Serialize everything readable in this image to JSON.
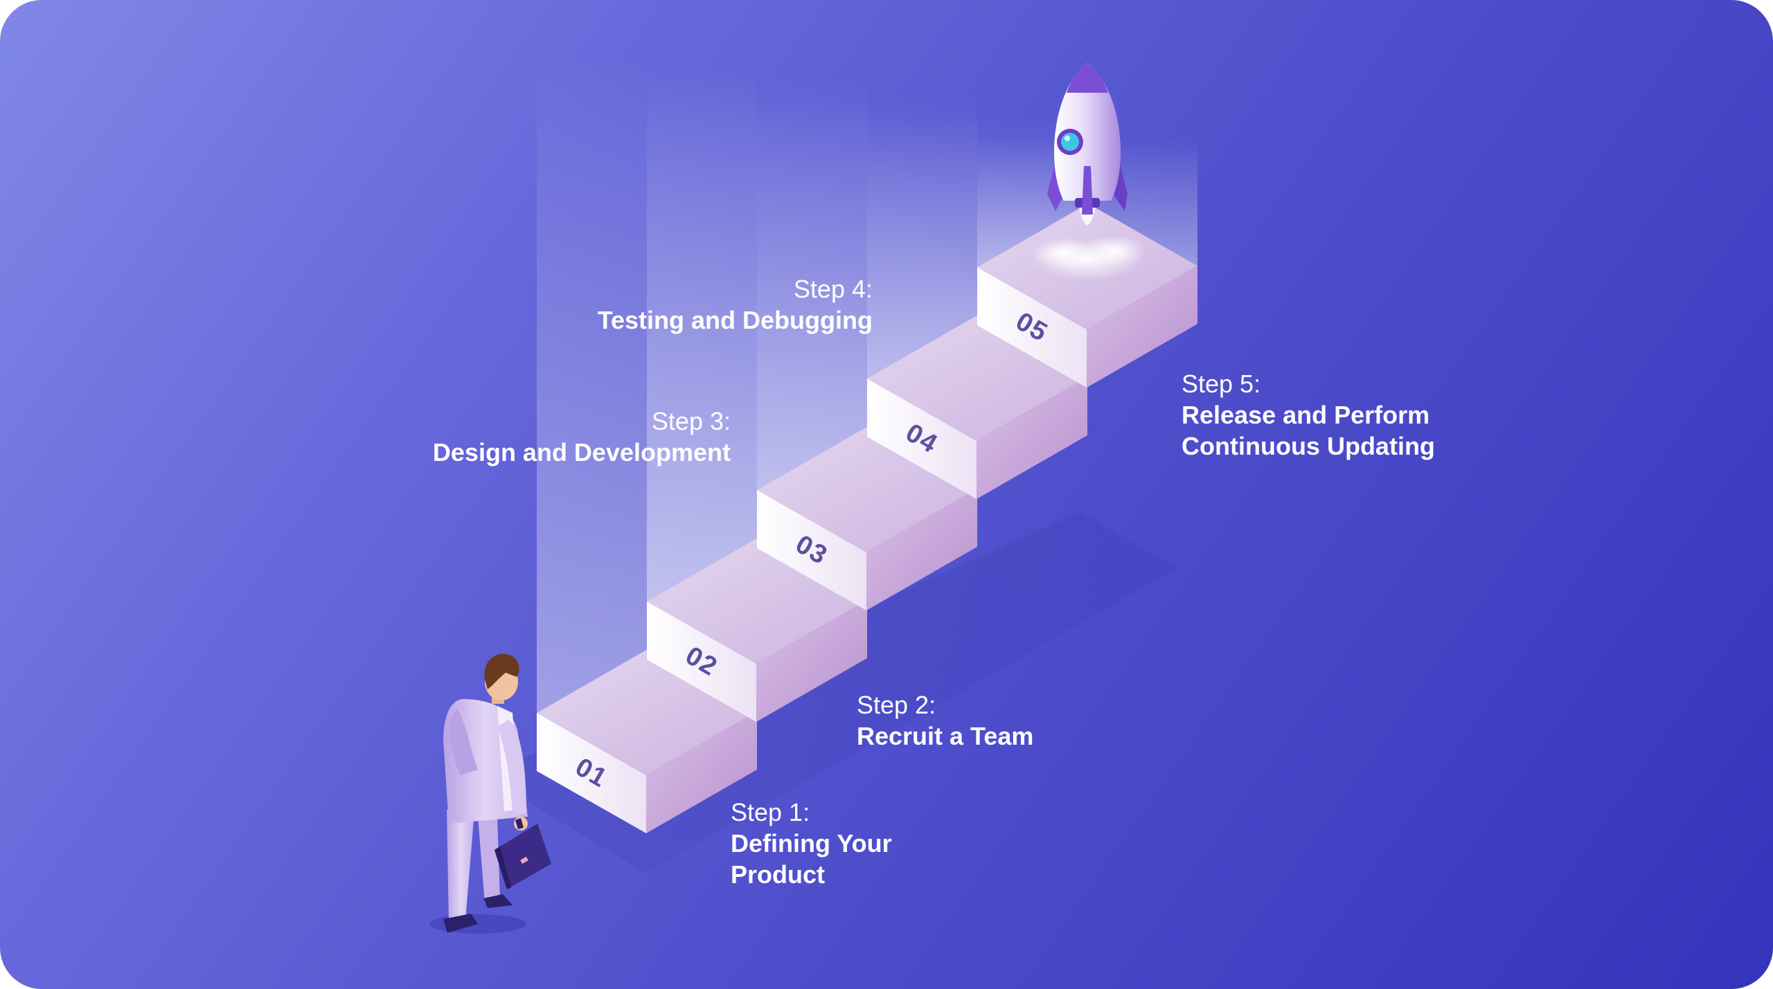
{
  "steps": [
    {
      "number": "01",
      "step_label": "Step 1:",
      "title_lines": [
        "Defining Your",
        "Product"
      ]
    },
    {
      "number": "02",
      "step_label": "Step 2:",
      "title_lines": [
        "Recruit a Team"
      ]
    },
    {
      "number": "03",
      "step_label": "Step 3:",
      "title_lines": [
        "Design and Development"
      ]
    },
    {
      "number": "04",
      "step_label": "Step 4:",
      "title_lines": [
        "Testing and Debugging"
      ]
    },
    {
      "number": "05",
      "step_label": "Step 5:",
      "title_lines": [
        "Release and Perform",
        "Continuous Updating"
      ]
    }
  ],
  "colors": {
    "background_light": "#8088e6",
    "background_dark": "#3434bb",
    "step_top": "#d7c3e6",
    "step_front": "#f7f2fb",
    "step_side": "#c9a7d9",
    "step_number": "#5b4f9e",
    "rocket_body": "#cbb6ef",
    "rocket_accent": "#7a4fd6",
    "rocket_window": "#3fc6e6",
    "suit": "#d3c1ef",
    "briefcase": "#3c2b86",
    "hair": "#6b3a1e"
  },
  "icons": {
    "figure": "businessman-icon",
    "rocket": "rocket-icon",
    "briefcase": "briefcase-icon"
  }
}
